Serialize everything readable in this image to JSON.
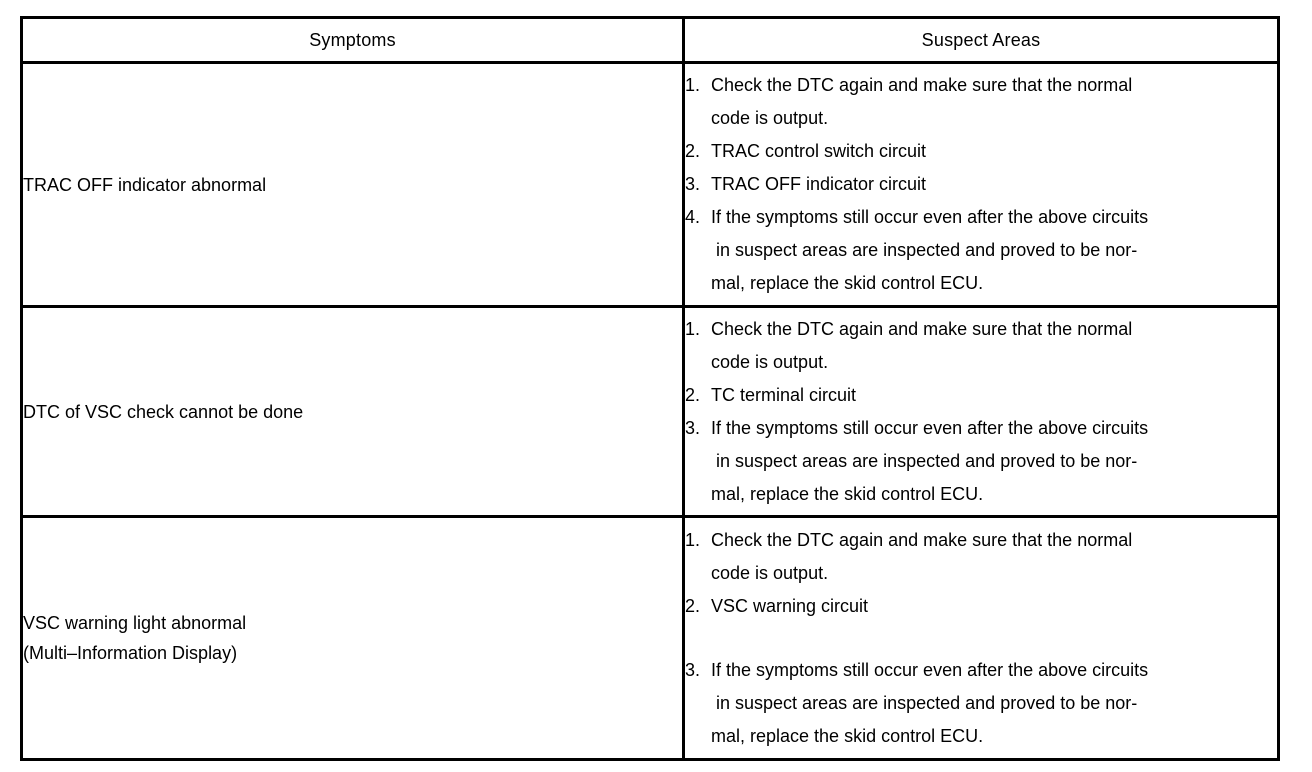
{
  "colors": {
    "background": "#ffffff",
    "border": "#000000",
    "text": "#000000"
  },
  "table": {
    "headers": {
      "symptoms": "Symptoms",
      "suspect_areas": "Suspect Areas"
    },
    "rows": [
      {
        "symptom": "TRAC OFF indicator abnormal",
        "suspect_items": [
          {
            "num": "1.",
            "text": "Check the DTC again and make sure that the normal\ncode is output."
          },
          {
            "num": "2.",
            "text": "TRAC control switch circuit"
          },
          {
            "num": "3.",
            "text": "TRAC OFF indicator circuit"
          },
          {
            "num": "4.",
            "text": "If the symptoms still occur even after the above circuits\n in suspect areas are inspected and proved to be nor-\nmal, replace the skid control ECU."
          }
        ]
      },
      {
        "symptom": "DTC of VSC check cannot be done",
        "suspect_items": [
          {
            "num": "1.",
            "text": "Check the DTC again and make sure that the normal\ncode is output."
          },
          {
            "num": "2.",
            "text": "TC terminal circuit"
          },
          {
            "num": "3.",
            "text": "If the symptoms still occur even after the above circuits\n in suspect areas are inspected and proved to be nor-\nmal, replace the skid control ECU."
          }
        ]
      },
      {
        "symptom": "VSC warning light abnormal\n(Multi–Information Display)",
        "suspect_items": [
          {
            "num": "1.",
            "text": "Check the DTC again and make sure that the normal\ncode is output."
          },
          {
            "num": "2.",
            "text": "VSC warning circuit"
          },
          {
            "num": "3.",
            "text": "If the symptoms still occur even after the above circuits\n in suspect areas are inspected and proved to be nor-\nmal, replace the skid control ECU.",
            "gap_before": true
          }
        ]
      }
    ]
  }
}
